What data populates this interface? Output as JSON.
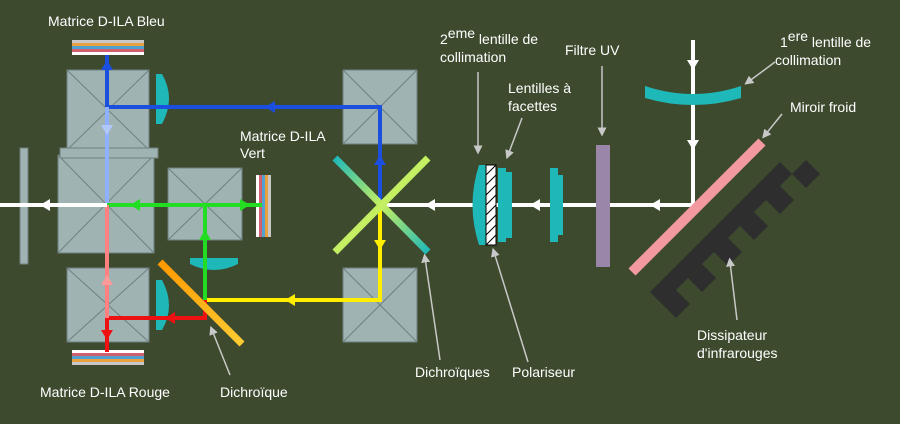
{
  "labels": {
    "matrix_blue": "Matrice D-ILA Bleu",
    "matrix_green_l1": "Matrice D-ILA",
    "matrix_green_l2": "Vert",
    "matrix_red": "Matrice D-ILA Rouge",
    "dichroic_single": "Dichroïque",
    "dichroics": "Dichroïques",
    "polarizer": "Polariseur",
    "lens2_num": "2",
    "lens2_sup": "eme",
    "lens2_rest": " lentille de",
    "lens2_l2": "collimation",
    "facets_l1": "Lentilles à",
    "facets_l2": "facettes",
    "uv_filter": "Filtre UV",
    "lens1_num": "1",
    "lens1_sup": "ere",
    "lens1_rest": " lentille de",
    "lens1_l2": "collimation",
    "cold_mirror": "Miroir froid",
    "heatsink_l1": "Dissipateur",
    "heatsink_l2": "d'infrarouges"
  },
  "colors": {
    "background": "#3d4a2e",
    "white_beam": "#ffffff",
    "blue_beam": "#1a4fe0",
    "green_beam": "#22dd22",
    "red_beam": "#ee1111",
    "yellow_beam": "#ffee00",
    "prism": "#9fb3b3",
    "cyan_optics": "#1fb8b8",
    "uv_filter": "#9a86a8",
    "cold_mirror": "#f29aa0",
    "heatsink": "#2e2e2e"
  }
}
